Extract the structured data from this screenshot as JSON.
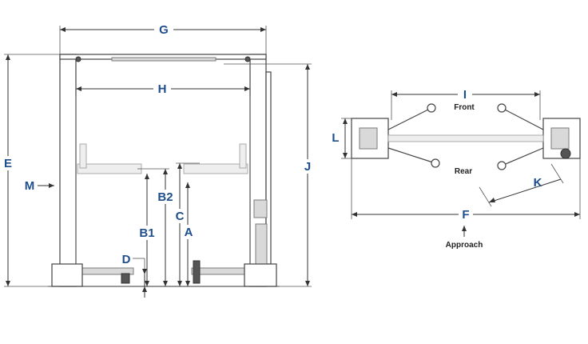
{
  "labels": {
    "G": "G",
    "H": "H",
    "E": "E",
    "J": "J",
    "M": "M",
    "B2": "B2",
    "B1": "B1",
    "C": "C",
    "A": "A",
    "D": "D",
    "I": "I",
    "L": "L",
    "F": "F",
    "K": "K"
  },
  "text": {
    "front": "Front",
    "rear": "Rear",
    "approach": "Approach"
  }
}
